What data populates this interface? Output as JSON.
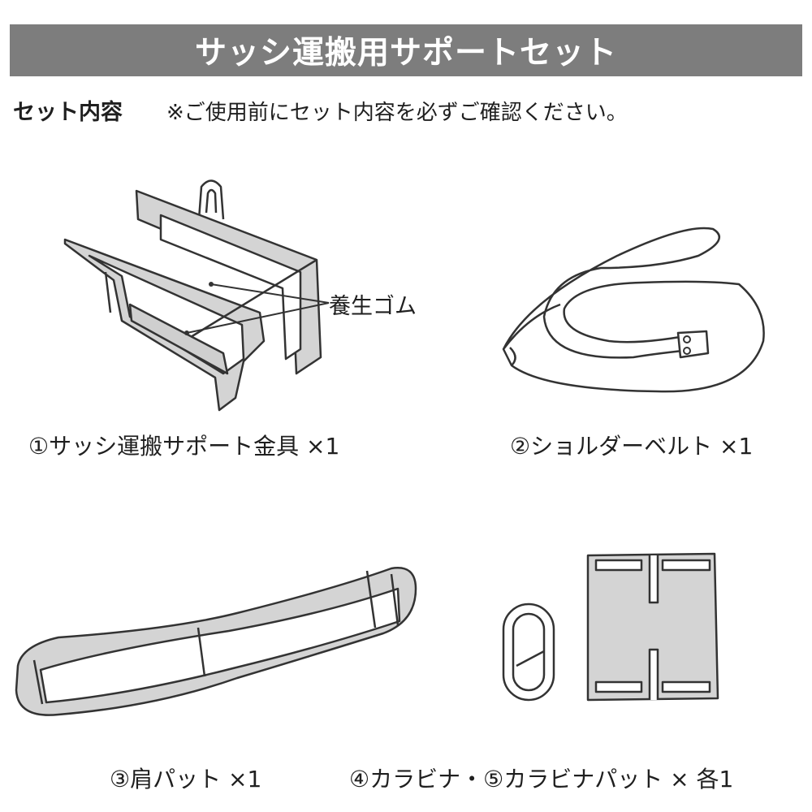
{
  "header": {
    "title": "サッシ運搬用サポートセット"
  },
  "contents": {
    "heading": "セット内容",
    "note": "※ご使用前にセット内容を必ずご確認ください。"
  },
  "items": [
    {
      "caption": "①サッシ運搬サポート金具 ×1",
      "callout": "養生ゴム"
    },
    {
      "caption": "②ショルダーベルト ×1"
    },
    {
      "caption": "③肩パット ×1"
    },
    {
      "caption": "④カラビナ・⑤カラビナパット × 各1"
    }
  ],
  "colors": {
    "title_bar": "#7d7d7d",
    "title_text": "#ffffff",
    "panel": "#d4d4d4",
    "outline": "#333333"
  }
}
